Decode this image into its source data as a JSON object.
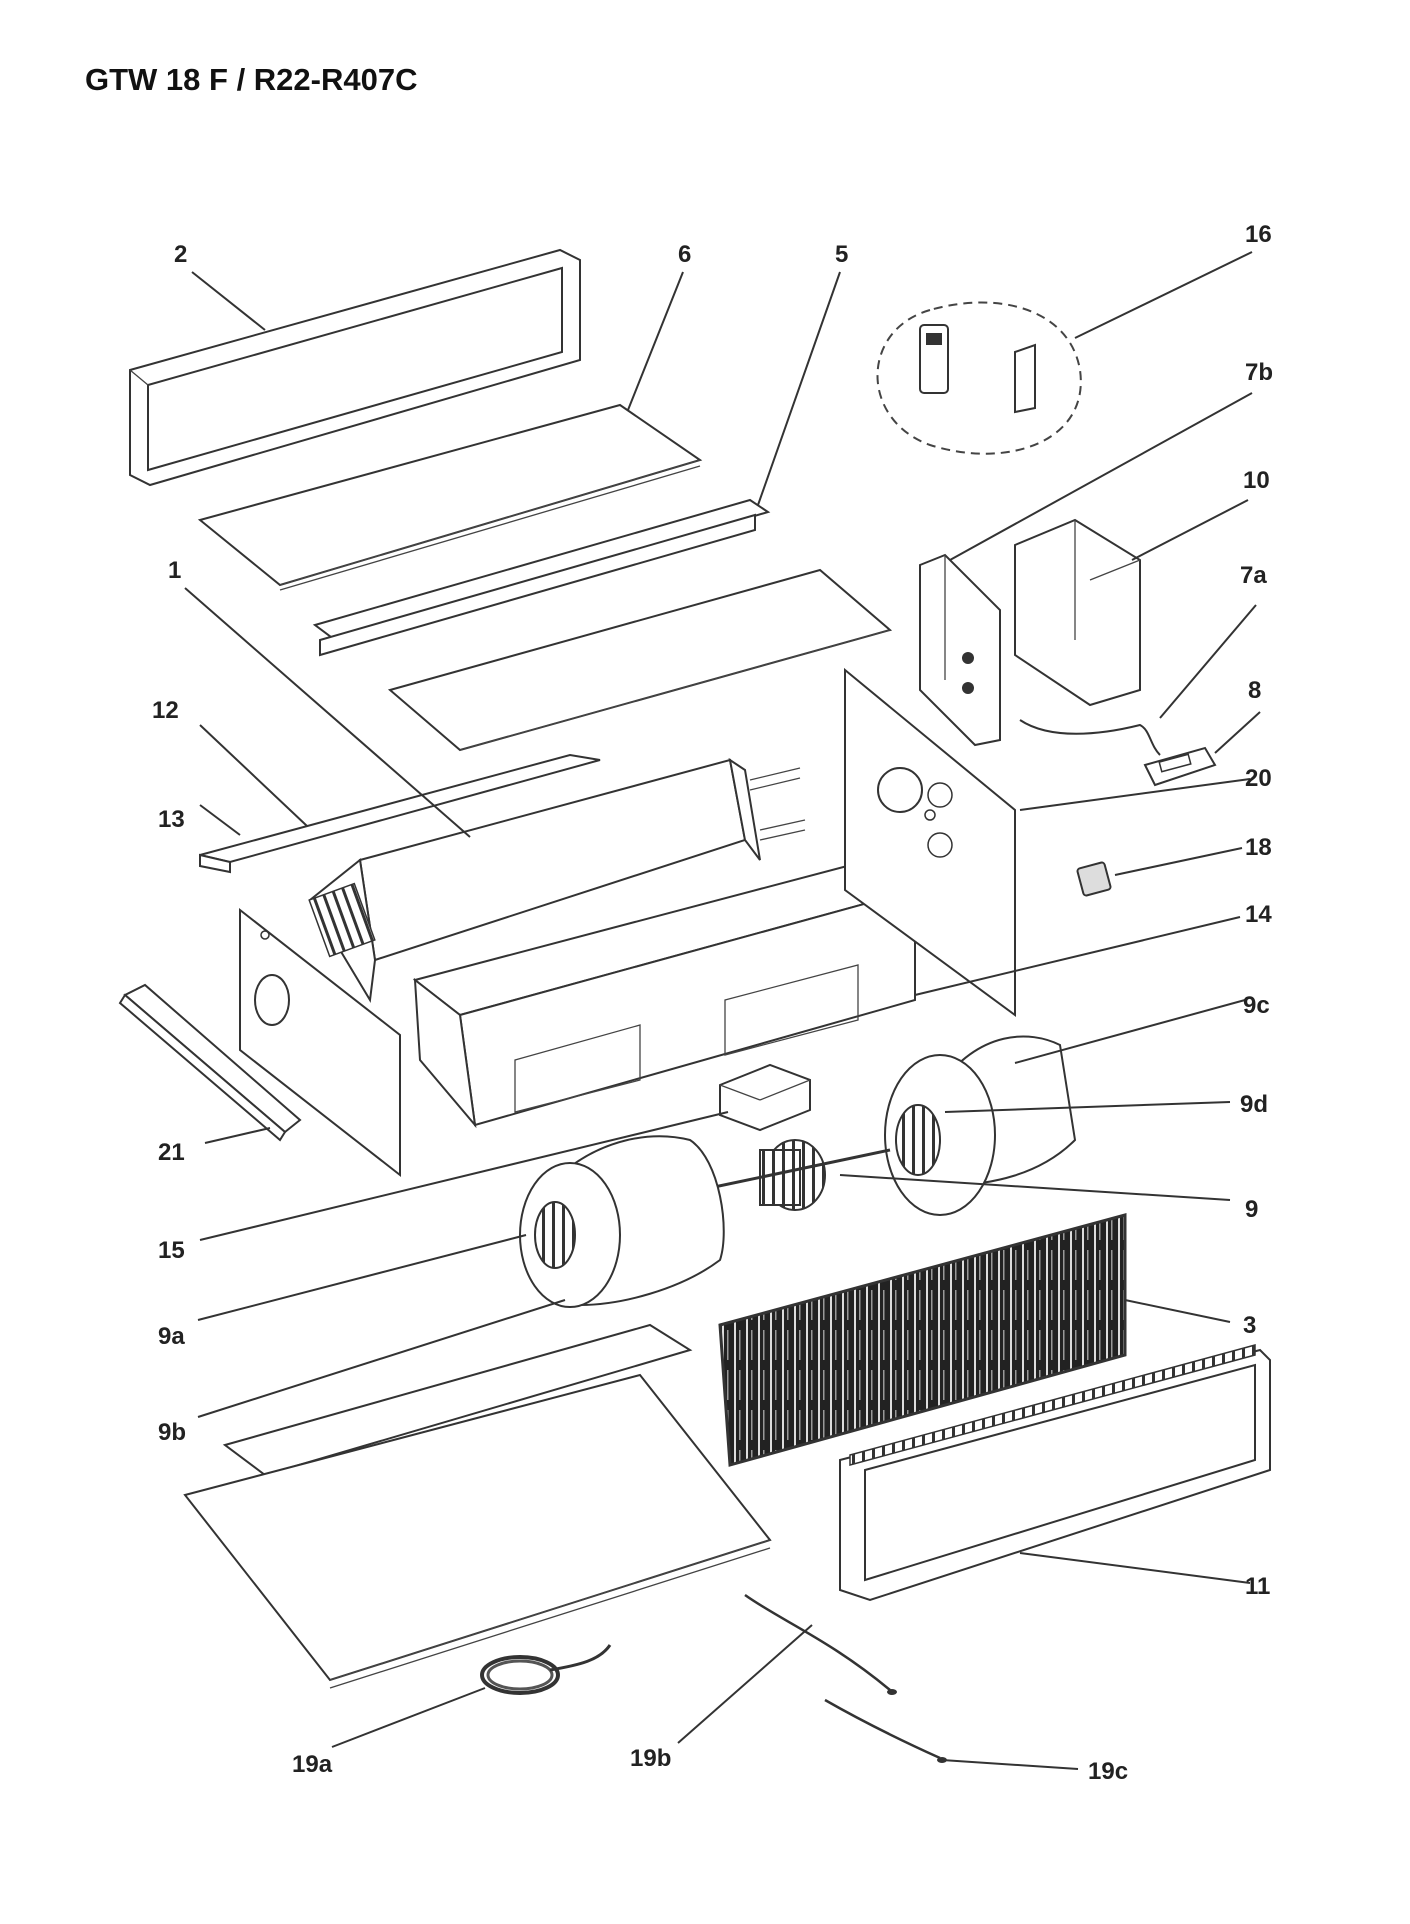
{
  "title": "GTW 18 F / R22-R407C",
  "labels": {
    "l1": "1",
    "l2": "2",
    "l3": "3",
    "l5": "5",
    "l6": "6",
    "l7a": "7a",
    "l7b": "7b",
    "l8": "8",
    "l9": "9",
    "l9a": "9a",
    "l9b": "9b",
    "l9c": "9c",
    "l9d": "9d",
    "l10": "10",
    "l11": "11",
    "l12": "12",
    "l13": "13",
    "l14": "14",
    "l15": "15",
    "l16": "16",
    "l18": "18",
    "l19a": "19a",
    "l19b": "19b",
    "l19c": "19c",
    "l20": "20",
    "l21": "21"
  }
}
